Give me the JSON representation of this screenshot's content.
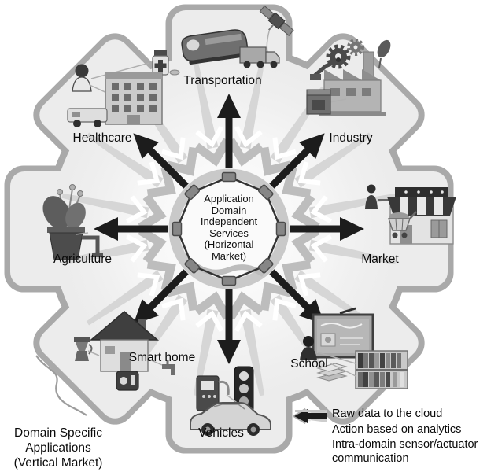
{
  "diagram": {
    "center": {
      "lines": [
        "Application",
        "Domain",
        "Independent",
        "Services",
        "(Horizontal",
        "Market)"
      ]
    },
    "domains": [
      {
        "id": "transportation",
        "label": "Transportation"
      },
      {
        "id": "industry",
        "label": "Industry"
      },
      {
        "id": "market",
        "label": "Market"
      },
      {
        "id": "school",
        "label": "School"
      },
      {
        "id": "vehicles",
        "label": "Vehicles"
      },
      {
        "id": "smart-home",
        "label": "Smart home"
      },
      {
        "id": "agriculture",
        "label": "Agriculture"
      },
      {
        "id": "healthcare",
        "label": "Healthcare"
      }
    ],
    "annotation": {
      "lines": [
        "Domain Specific",
        "Applications",
        "(Vertical Market)"
      ]
    },
    "legend": {
      "items": [
        {
          "icon": "raw-data-arrow",
          "label": "Raw data to the cloud"
        },
        {
          "icon": "action-arrow",
          "label": "Action based on analytics"
        },
        {
          "icon": "intra-domain-line",
          "label": "Intra-domain sensor/actuator communication"
        }
      ]
    },
    "colors": {
      "gear_fill": "#ececec",
      "gear_border": "#a9a9a9",
      "action_arrow": "#1c1c1c",
      "raw_data_arrow": "#bdbdbd",
      "ring": "#c9c9c9",
      "text": "#0a0a0a"
    }
  }
}
